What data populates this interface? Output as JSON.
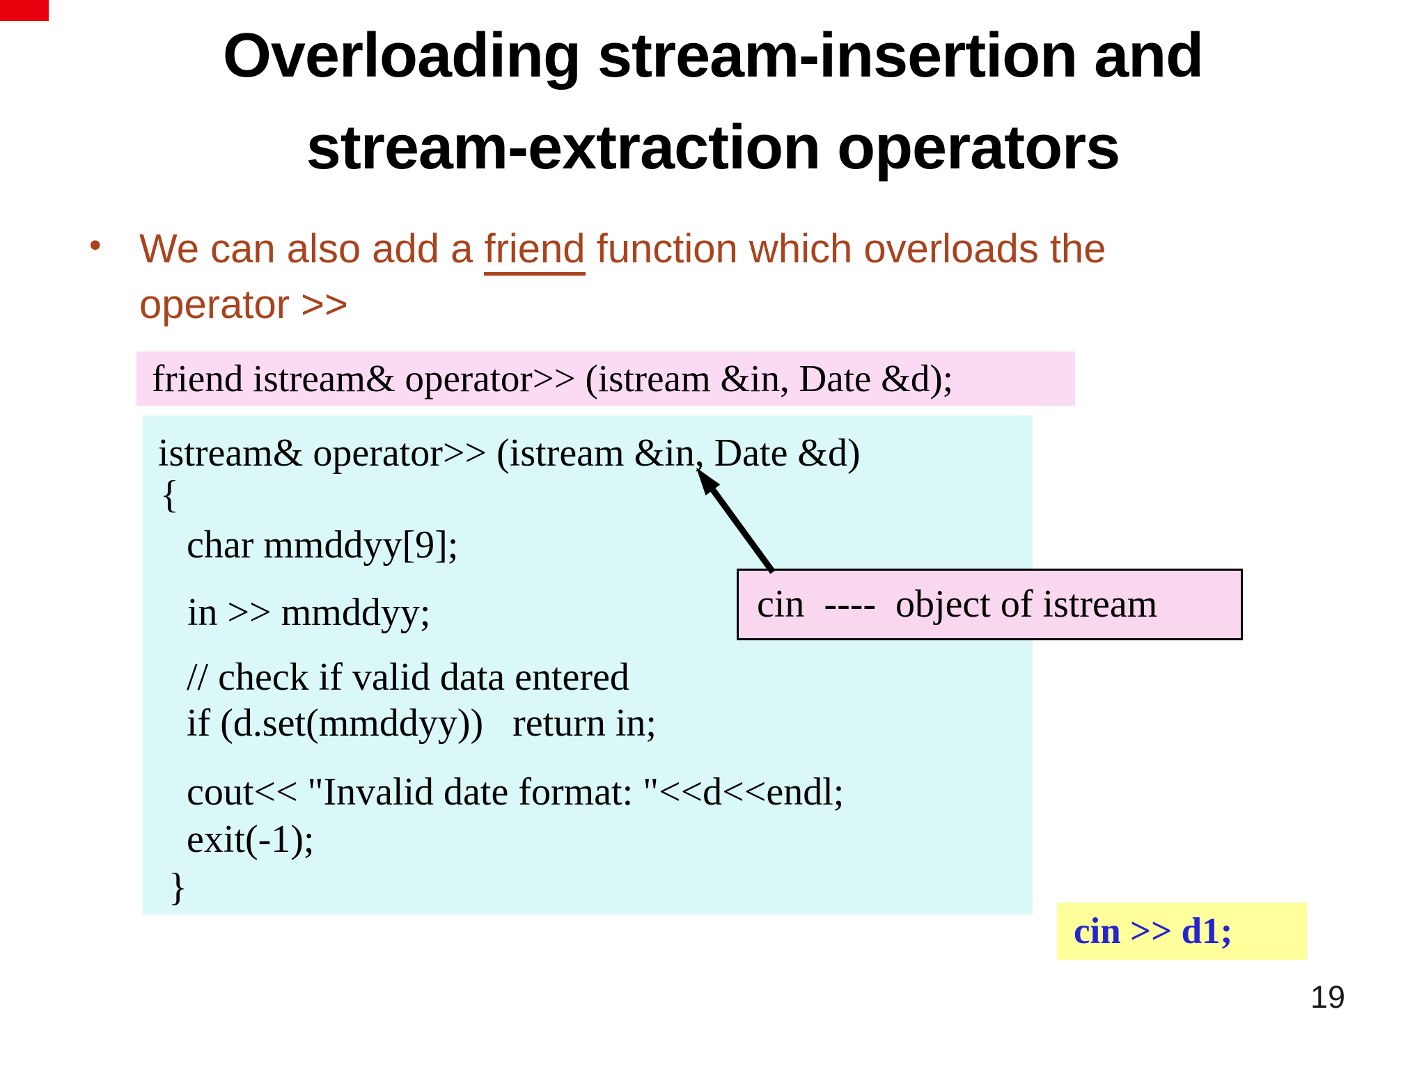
{
  "slide": {
    "title": {
      "line1": "Overloading stream-insertion and",
      "line2": "stream-extraction operators"
    },
    "bullet": {
      "marker": "•",
      "text_pre": "We can also add a ",
      "text_underlined": "friend",
      "text_post": " function which overloads the",
      "text_line2": "operator >>"
    },
    "declaration_code": "friend istream& operator>> (istream &in, Date &d);",
    "code_block": {
      "lines": [
        "istream& operator>> (istream &in, Date &d)",
        "{",
        "char mmddyy[9];",
        "in >> mmddyy;",
        "// check if valid data entered",
        "if (d.set(mmddyy))   return in;",
        "cout<< \"Invalid date format: \"<<d<<endl;",
        "exit(-1);",
        "}"
      ]
    },
    "callout": {
      "text": "cin  ----  object of istream"
    },
    "usage_code": {
      "text": "cin >> d1;"
    },
    "page_number": "19"
  },
  "colors": {
    "bullet-text": "#A8431E",
    "declaration-bg": "#FBDBF3",
    "code-bg": "#DAF8F7",
    "callout-bg": "#F9D7EE",
    "usage-bg": "#FFFF9C",
    "usage-text": "#2525CE",
    "corner-badge": "#E8000D",
    "arrow": "#000000"
  }
}
